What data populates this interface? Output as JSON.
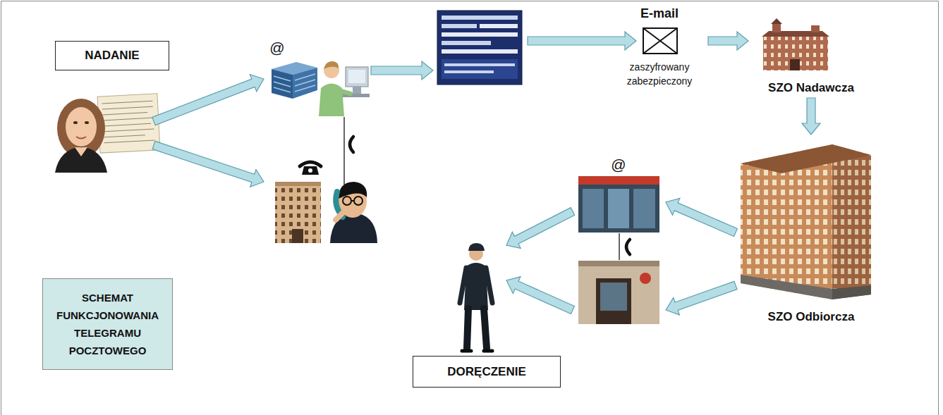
{
  "diagram": {
    "nodes": [
      {
        "text": [
          "NADANIE"
        ]
      },
      {
        "text": [
          "E-mail",
          "zaszyfrowany zabezpieczony"
        ]
      },
      {
        "text": [
          "SZO Nadawcza"
        ]
      },
      {
        "text": [
          "SZO Odbiorcza"
        ]
      },
      {
        "text": [
          "DORĘCZENIE"
        ]
      },
      {
        "text": [
          "SCHEMAT FUNKCJONOWANIA TELEGRAMU POCZTOWEGO"
        ]
      }
    ],
    "edges": [
      {
        "from": 1,
        "to": 2,
        "arrow": "to"
      },
      {
        "from": 2,
        "to": 3,
        "arrow": "to"
      }
    ],
    "labels": [
      "@",
      "@"
    ]
  }
}
